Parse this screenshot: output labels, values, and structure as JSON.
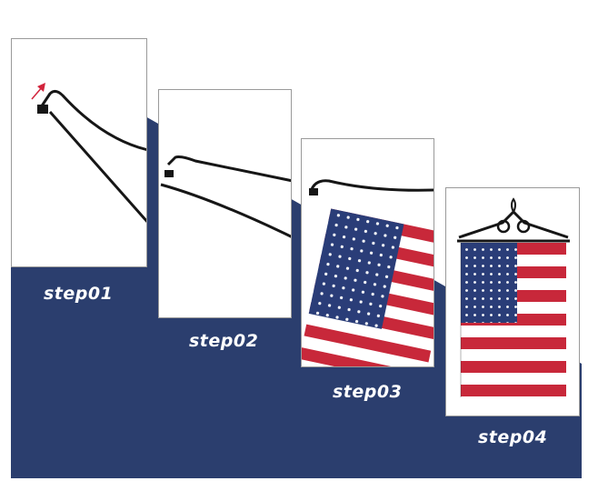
{
  "background": {
    "navy": "#2b3e6e",
    "white": "#ffffff"
  },
  "colors": {
    "rod": "#161616",
    "flag_red": "#c8283a",
    "flag_blue": "#2a3d78",
    "star": "#ffffff",
    "arrow": "#d2233c"
  },
  "steps": [
    {
      "label": "step01",
      "icon": "bent-hanger-rod-with-arrow"
    },
    {
      "label": "step02",
      "icon": "hanger-rod-cap"
    },
    {
      "label": "step03",
      "icon": "flag-sliding-on-rod"
    },
    {
      "label": "step04",
      "icon": "assembled-flag-hanger"
    }
  ]
}
